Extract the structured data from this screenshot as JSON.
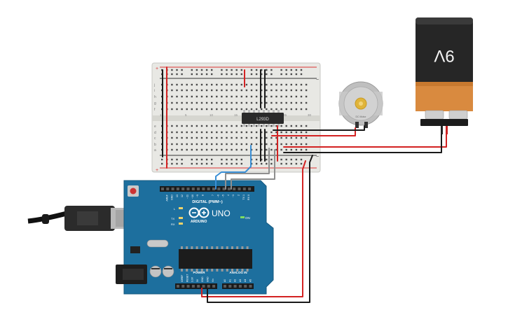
{
  "circuit": {
    "breadboard": {
      "row_letters_top": [
        "a",
        "b",
        "c",
        "d",
        "e"
      ],
      "row_letters_bottom": [
        "f",
        "g",
        "h",
        "i",
        "j"
      ],
      "power_plus": "+",
      "power_minus": "−",
      "column_numbers": [
        "1",
        "5",
        "10",
        "15",
        "20",
        "25",
        "30"
      ]
    },
    "ic": {
      "label": "L293D"
    },
    "motor": {
      "label": "DC Motor"
    },
    "battery": {
      "label": "9V"
    },
    "arduino": {
      "brand": "ARDUINO",
      "model": "UNO",
      "digital_label": "DIGITAL (PWM~)",
      "on_label": "ON",
      "tx_label": "TX",
      "rx_label": "RX",
      "l_label": "L",
      "power_label": "POWER",
      "analog_label": "ANALOG IN",
      "aref_label": "AREF",
      "gnd_label": "GND",
      "power_pins": [
        "IOREF",
        "RESET",
        "3.3V",
        "5V",
        "GND",
        "GND",
        "Vin"
      ],
      "analog_pins": [
        "A0",
        "A1",
        "A2",
        "A3",
        "A4",
        "A5"
      ],
      "digital_pins": [
        "13",
        "12",
        "~11",
        "~10",
        "~9",
        "8",
        "7",
        "~6",
        "~5",
        "4",
        "~3",
        "2",
        "TX 1",
        "RX 0"
      ]
    },
    "colors": {
      "board_blue": "#1d6f9e",
      "breadboard": "#e6e6e2",
      "wire_red": "#d32222",
      "wire_black": "#1a1a1a",
      "wire_blue": "#3a8fd6",
      "wire_gray": "#8f8f8f",
      "battery_body": "#2a2a2a",
      "battery_band": "#d9893f"
    }
  }
}
